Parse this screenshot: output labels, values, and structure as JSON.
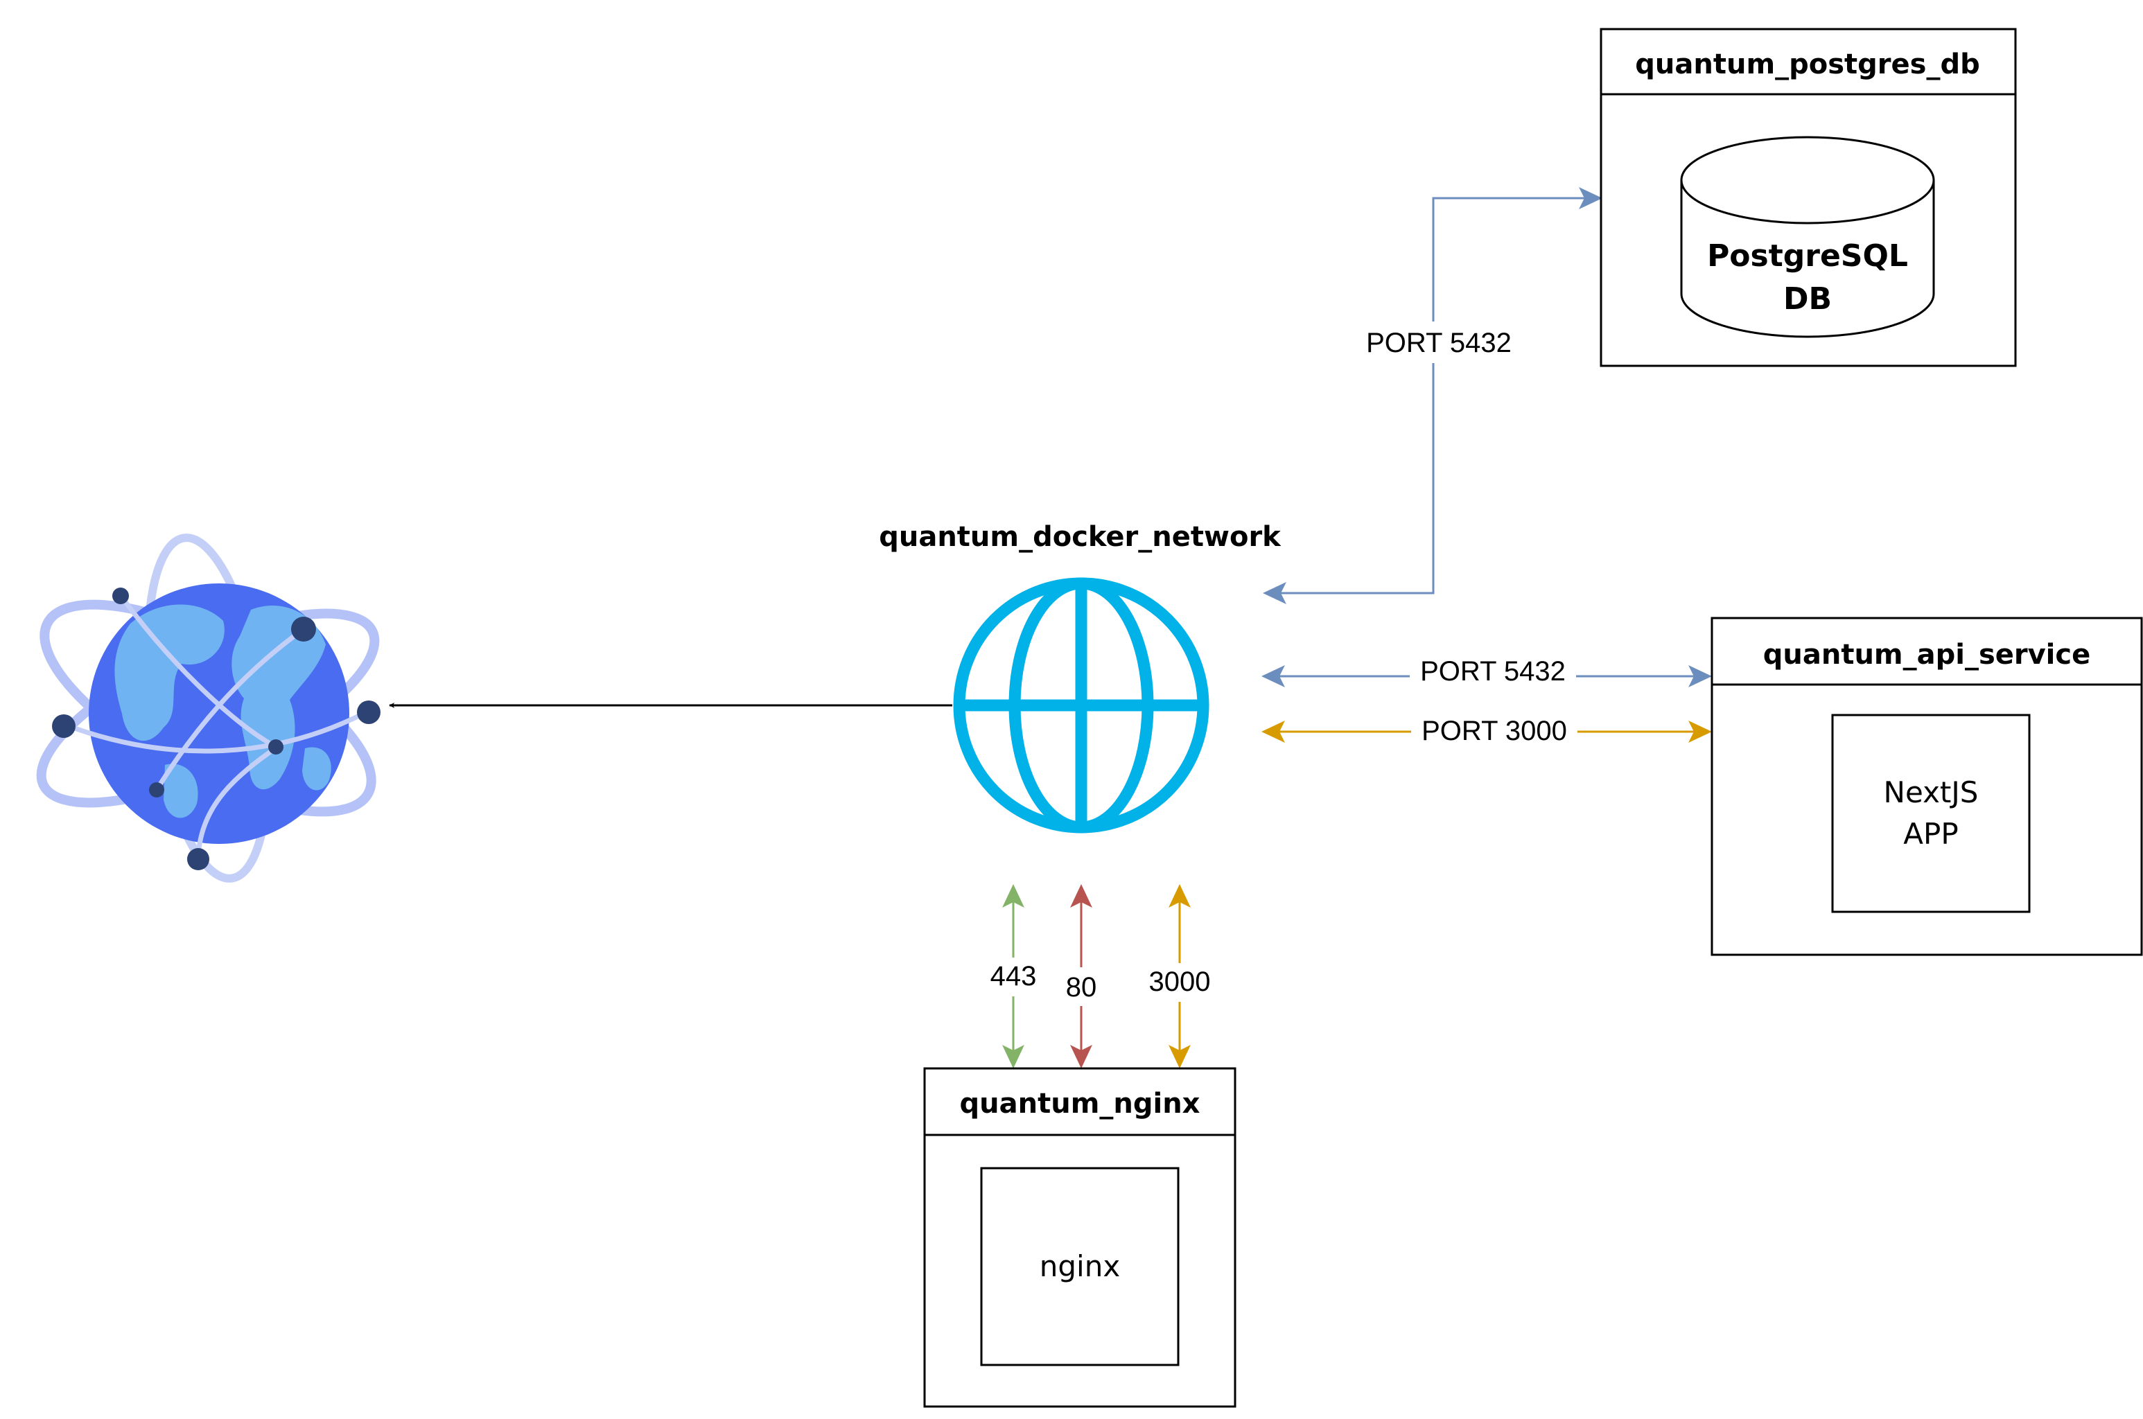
{
  "network": {
    "title": "quantum_docker_network",
    "icon": "globe-network-icon",
    "color": "#00b2e8"
  },
  "internet": {
    "icon": "internet-globe-icon"
  },
  "postgres": {
    "title": "quantum_postgres_db",
    "db_line1": "PostgreSQL",
    "db_line2": "DB",
    "db_icon": "database-cylinder-icon"
  },
  "api": {
    "title": "quantum_api_service",
    "app_line1": "NextJS",
    "app_line2": "APP"
  },
  "nginx": {
    "title": "quantum_nginx",
    "inner": "nginx"
  },
  "edges": {
    "postgres_port": "PORT 5432",
    "api_port_db": "PORT 5432",
    "api_port_app": "PORT 3000",
    "nginx_443": "443",
    "nginx_80": "80",
    "nginx_3000": "3000"
  },
  "colors": {
    "blue_edge": "#6c8ebf",
    "gold_edge": "#d79b00",
    "green_edge": "#82b366",
    "red_edge": "#b85450",
    "black_edge": "#000000"
  }
}
